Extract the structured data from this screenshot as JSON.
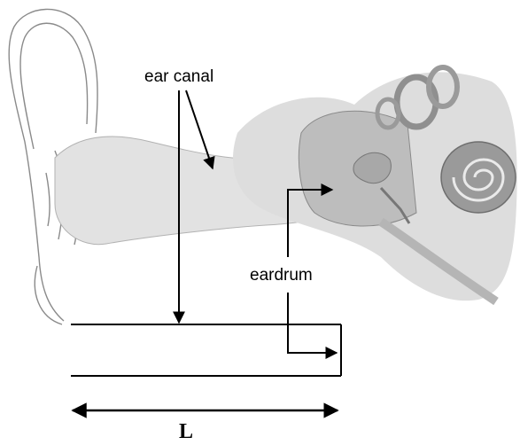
{
  "labels": {
    "ear_canal": "ear canal",
    "eardrum": "eardrum",
    "length": "L"
  },
  "colors": {
    "ink": "#000000",
    "outline": "#8a8a8a",
    "canal_fill": "#e2e2e2",
    "inner_ear_fill": "#c9c9c9",
    "cochlea_fill": "#9a9a9a"
  }
}
